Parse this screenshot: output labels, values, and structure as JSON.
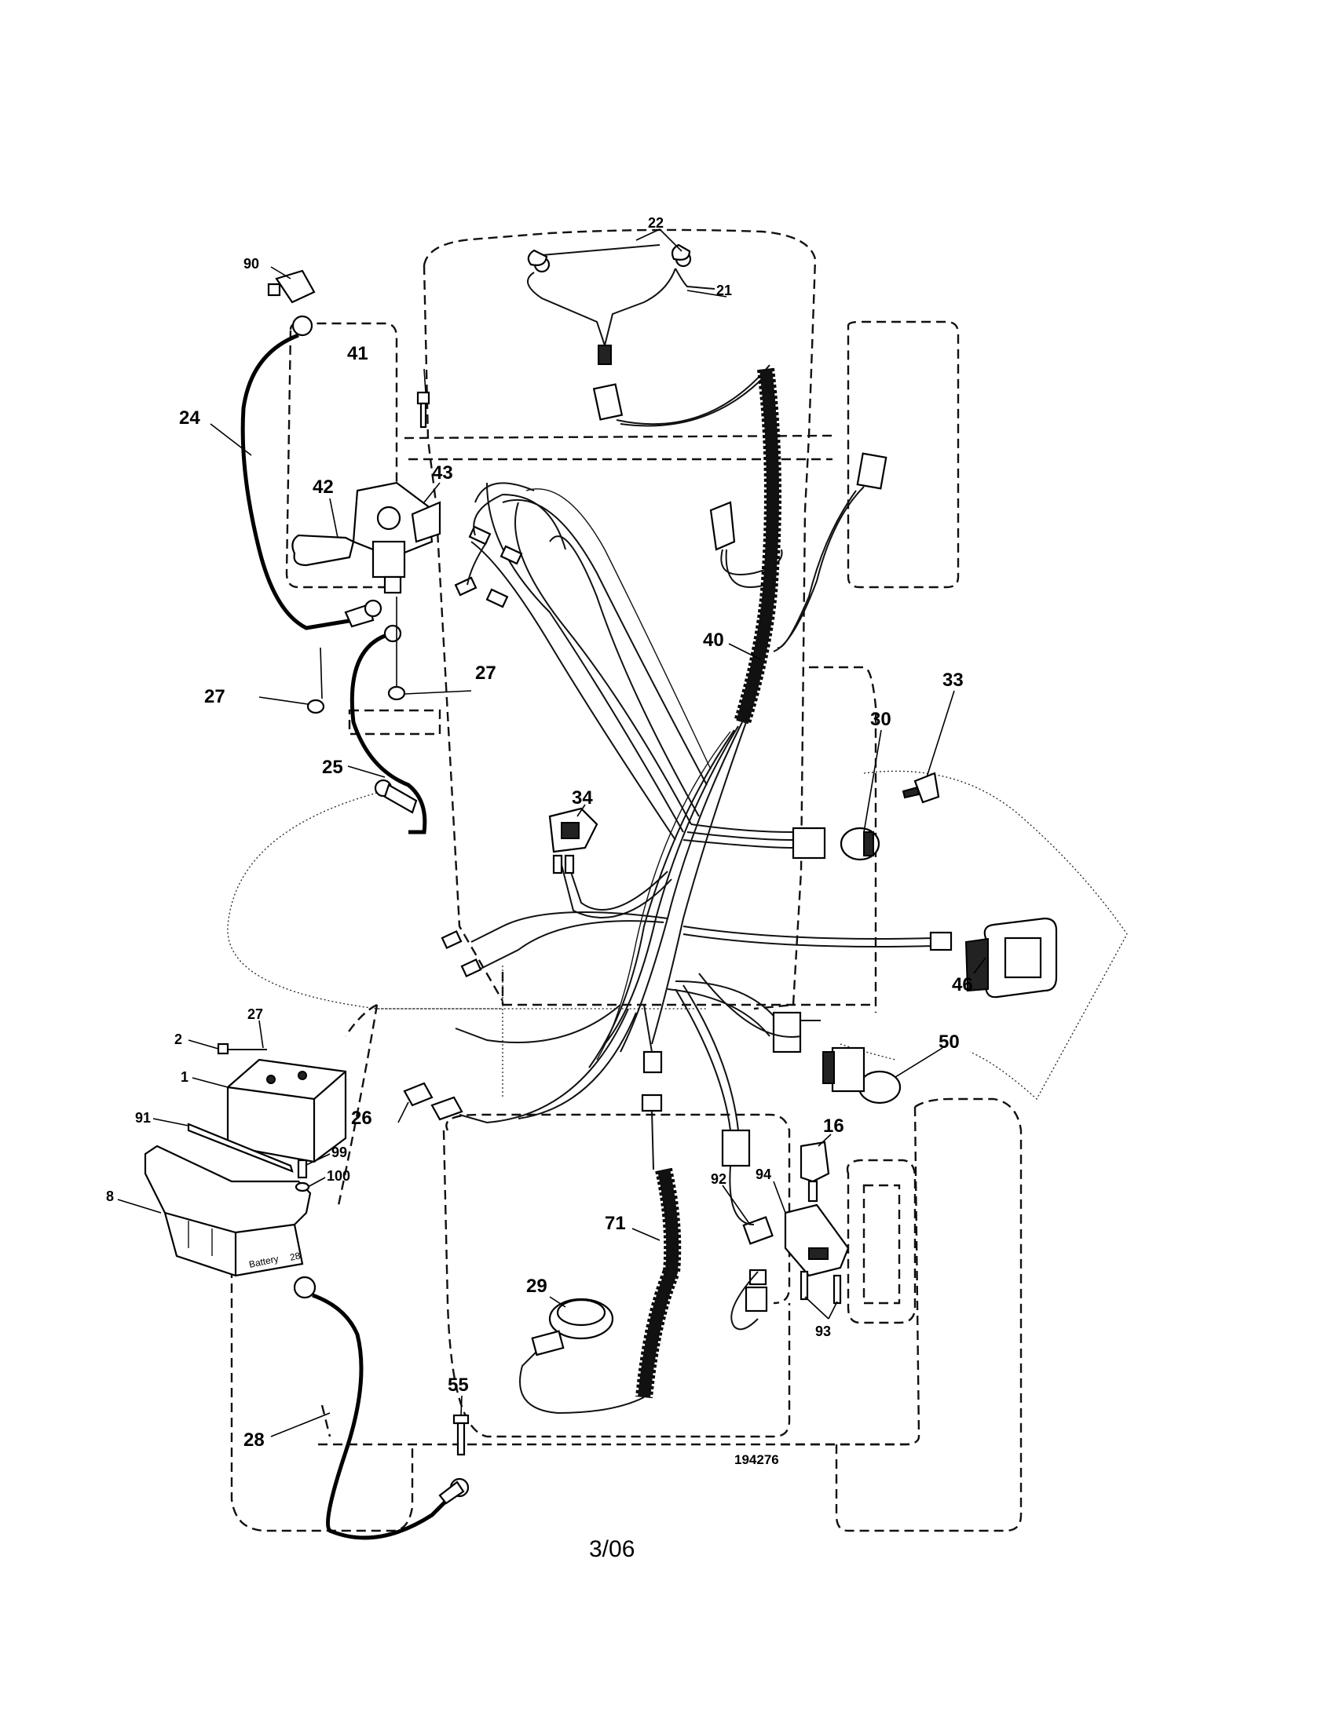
{
  "diagram": {
    "drawing_number": "194276",
    "page_number": "3/06",
    "battery_label": "Battery",
    "battery_label_ref": "28",
    "callouts": {
      "c90": "90",
      "c41": "41",
      "c24": "24",
      "c42": "42",
      "c43": "43",
      "c27a": "27",
      "c27b": "27",
      "c27c": "27",
      "c25": "25",
      "c22": "22",
      "c21": "21",
      "c40": "40",
      "c34": "34",
      "c33": "33",
      "c30": "30",
      "c46": "46",
      "c50": "50",
      "c2": "2",
      "c1": "1",
      "c91": "91",
      "c8": "8",
      "c99": "99",
      "c100": "100",
      "c26": "26",
      "c16": "16",
      "c94": "94",
      "c92": "92",
      "c71": "71",
      "c29": "29",
      "c93": "93",
      "c55": "55",
      "c28": "28"
    }
  }
}
